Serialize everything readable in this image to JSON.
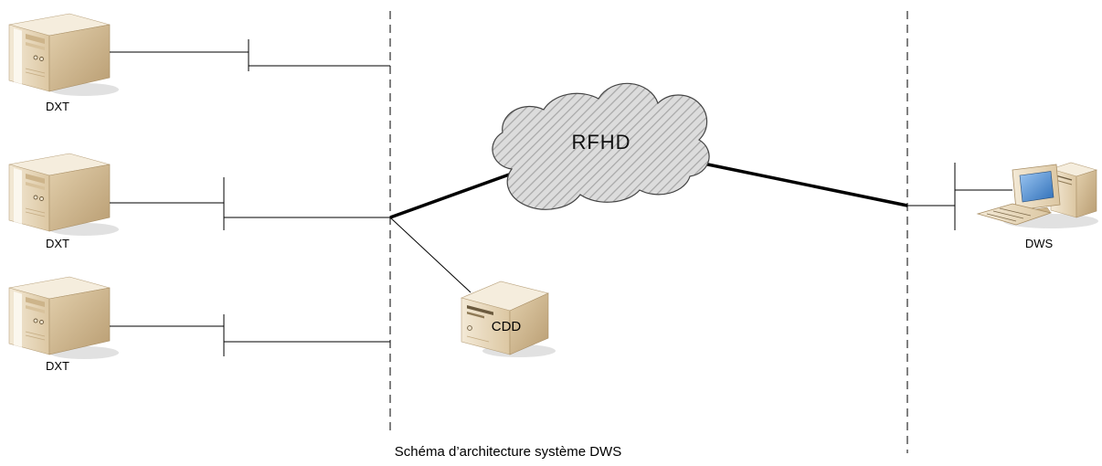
{
  "diagram": {
    "servers": [
      {
        "label": "DXT",
        "icon": "server-tower-icon"
      },
      {
        "label": "DXT",
        "icon": "server-tower-icon"
      },
      {
        "label": "DXT",
        "icon": "server-tower-icon"
      }
    ],
    "cloud": {
      "label": "RFHD",
      "icon": "cloud-icon"
    },
    "storage": {
      "label": "CDD",
      "icon": "storage-server-icon"
    },
    "workstation": {
      "label": "DWS",
      "icon": "desktop-computer-icon"
    },
    "caption": "Schéma d’architecture système DWS"
  },
  "colors": {
    "device_beige": "#dcc9a3",
    "cloud_gray": "#c9c9c9",
    "screen_blue": "#4f8fd6",
    "line": "#000000"
  }
}
